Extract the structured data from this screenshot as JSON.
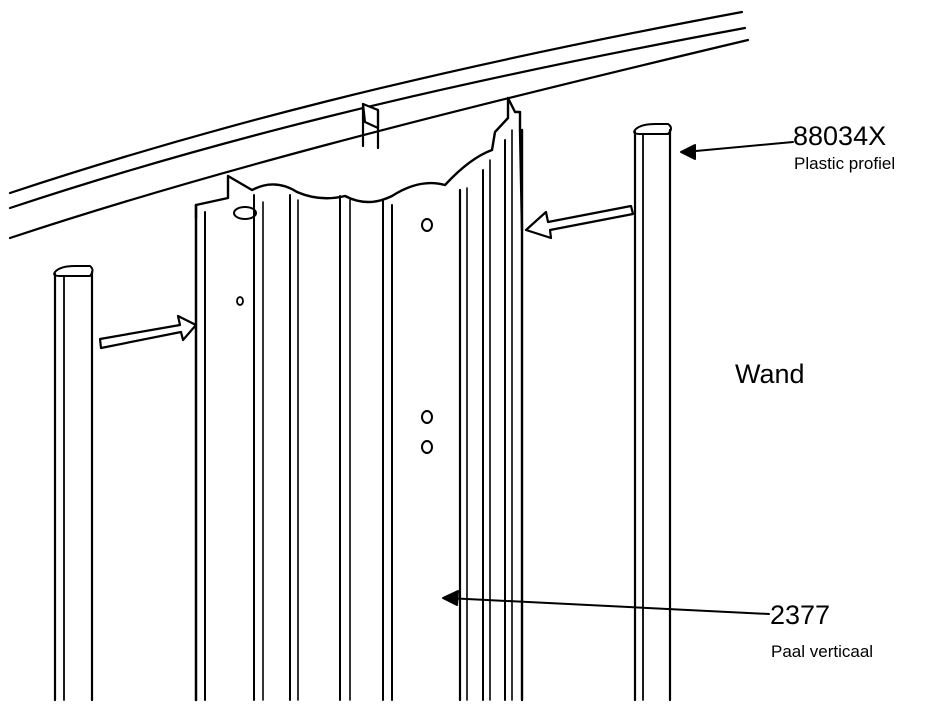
{
  "labels": {
    "profile_code": "88034X",
    "profile_name": "Plastic profiel",
    "wall": "Wand",
    "post_code": "2377",
    "post_name": "Paal verticaal"
  },
  "colors": {
    "line": "#000000",
    "background": "#ffffff"
  }
}
